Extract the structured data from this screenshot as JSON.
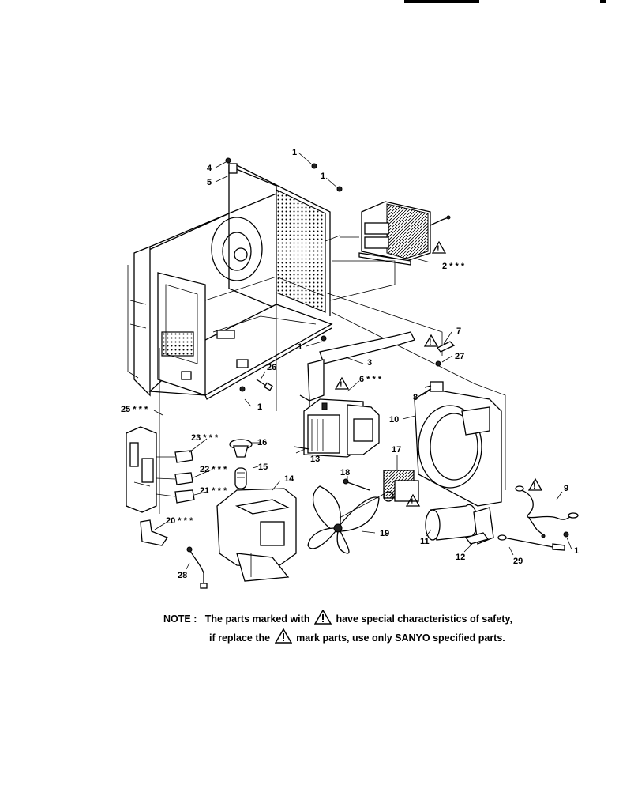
{
  "header": {
    "partial_text": ""
  },
  "callouts": [
    {
      "id": "c1a",
      "text": "1"
    },
    {
      "id": "c1b",
      "text": "1"
    },
    {
      "id": "c1c",
      "text": "1"
    },
    {
      "id": "c1d",
      "text": "1"
    },
    {
      "id": "c1e",
      "text": "1"
    },
    {
      "id": "c2",
      "text": "2 * * *"
    },
    {
      "id": "c3",
      "text": "3"
    },
    {
      "id": "c4",
      "text": "4"
    },
    {
      "id": "c5",
      "text": "5"
    },
    {
      "id": "c6",
      "text": "6 * * *"
    },
    {
      "id": "c7",
      "text": "7"
    },
    {
      "id": "c8",
      "text": "8"
    },
    {
      "id": "c9",
      "text": "9"
    },
    {
      "id": "c10",
      "text": "10"
    },
    {
      "id": "c11",
      "text": "11"
    },
    {
      "id": "c12",
      "text": "12"
    },
    {
      "id": "c13",
      "text": "13"
    },
    {
      "id": "c14",
      "text": "14"
    },
    {
      "id": "c15",
      "text": "15"
    },
    {
      "id": "c16",
      "text": "16"
    },
    {
      "id": "c17",
      "text": "17"
    },
    {
      "id": "c18",
      "text": "18"
    },
    {
      "id": "c19",
      "text": "19"
    },
    {
      "id": "c20",
      "text": "20 * * *"
    },
    {
      "id": "c21",
      "text": "21 * * *"
    },
    {
      "id": "c22",
      "text": "22 * * *"
    },
    {
      "id": "c23",
      "text": "23 * * *"
    },
    {
      "id": "c25",
      "text": "25 * * *"
    },
    {
      "id": "c26",
      "text": "26"
    },
    {
      "id": "c27",
      "text": "27"
    },
    {
      "id": "c28",
      "text": "28"
    },
    {
      "id": "c29",
      "text": "29"
    }
  ],
  "note": {
    "label": "NOTE :",
    "line1_before": "The parts marked with",
    "line1_after": "have special characteristics of safety,",
    "line2_before": "if replace the",
    "line2_after": "mark parts, use only SANYO specified parts."
  }
}
